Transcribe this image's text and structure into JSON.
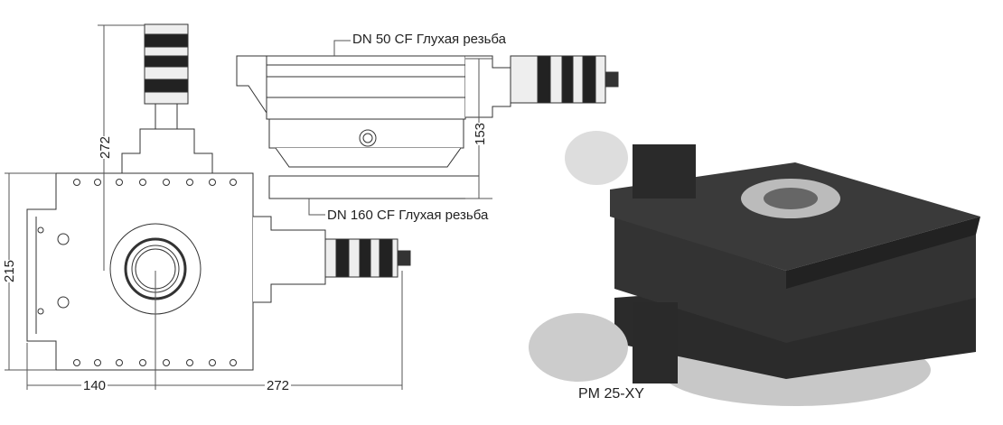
{
  "labels": {
    "top_flange": "DN 50 CF Глухая резьба",
    "bottom_flange": "DN 160 CF Глухая резьба",
    "product_name": "PM 25-XY"
  },
  "dimensions": {
    "top_view_height": "272",
    "side_view_height": "153",
    "plate_height": "215",
    "left_offset": "140",
    "right_width": "272"
  },
  "colors": {
    "line": "#333333",
    "stage_dark": "#2b2b2b",
    "flange_silver": "#c8c8c8"
  }
}
